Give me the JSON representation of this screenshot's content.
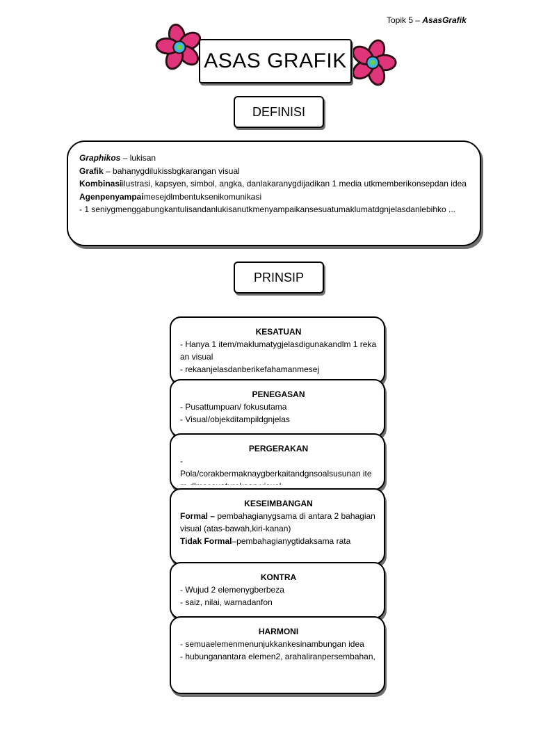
{
  "header": {
    "prefix": "Topik 5 – ",
    "topic": "AsasGrafik"
  },
  "title": "ASAS GRAFIK",
  "definisi": {
    "label": "DEFINISI",
    "lines": [
      {
        "term": "Graphikos",
        "text": " – lukisan"
      },
      {
        "term": "Grafik",
        "text": " – bahanygdilukissbgkarangan visual"
      },
      {
        "term": "Kombinasi",
        "text": "ilustrasi, kapsyen, simbol, angka, danlakaranygdijadikan 1 media utkmemberikonsepdan idea"
      },
      {
        "term": "Agenpenyampai",
        "text": "mesejdlmbentuksenikomunikasi"
      },
      {
        "term": "",
        "text": "- 1 seniygmenggabungkantulisandanlukisanutkmenyampaikansesuatumaklumatdgnjelasdanlebihko ..."
      }
    ]
  },
  "prinsip": {
    "label": "PRINSIP",
    "cards": [
      {
        "title": "KESATUAN",
        "lines": [
          {
            "term": "",
            "text": "- Hanya 1 item/maklumatygjelasdigunakandlm 1 rekaan visual"
          },
          {
            "term": "",
            "text": "- rekaanjelasdanberikefahamanmesej"
          }
        ]
      },
      {
        "title": "PENEGASAN",
        "lines": [
          {
            "term": "",
            "text": "- Pusattumpuan/ fokusutama"
          },
          {
            "term": "",
            "text": "- Visual/objekditampildgnjelas"
          }
        ]
      },
      {
        "title": "PERGERAKAN",
        "lines": [
          {
            "term": "",
            "text": "-"
          },
          {
            "term": "",
            "text": "Pola/corakbermaknaygberkaitandgnsoalsusunan item dlmsesuaturekaan visual"
          }
        ]
      },
      {
        "title": "KESEIMBANGAN",
        "lines": [
          {
            "term": "Formal –",
            "text": " pembahagianygsama di antara 2 bahagian visual (atas-bawah,kiri-kanan)"
          },
          {
            "term": "Tidak Formal",
            "text": "–pembahagianygtidaksama rata"
          }
        ]
      },
      {
        "title": "KONTRA",
        "lines": [
          {
            "term": "",
            "text": "- Wujud 2 elemenygberbeza"
          },
          {
            "term": "",
            "text": "- saiz, nilai, warnadanfon"
          }
        ]
      },
      {
        "title": "HARMONI",
        "lines": [
          {
            "term": "",
            "text": "- semuaelemenmenunjukkankesinambungan idea"
          },
          {
            "term": "",
            "text": "- hubunganantara elemen2, arahaliranpersembahan,"
          }
        ]
      }
    ]
  },
  "colors": {
    "petal_pink": "#e0357a",
    "petal_dark": "#2a0f14",
    "flower_center": "#3fb8e6",
    "center_dot": "#6fd13a"
  },
  "icons": {
    "flower_left": "flower-icon",
    "flower_right": "flower-icon"
  }
}
